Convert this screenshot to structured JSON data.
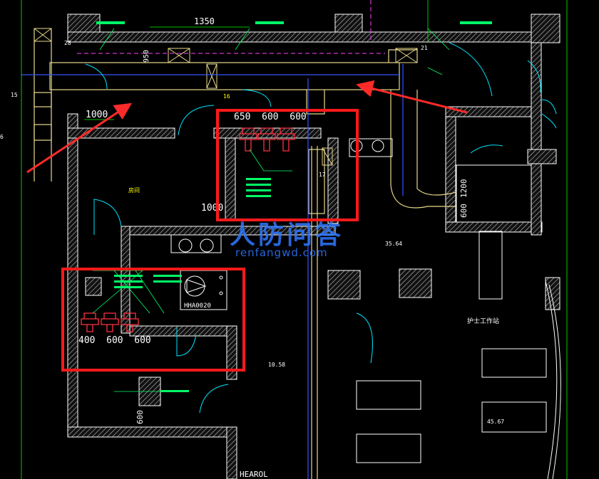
{
  "colors": {
    "background": "#000000",
    "wall": "#ffffff",
    "hatch": "#bdbdbd",
    "duct": "#e8d88a",
    "dimension": "#00ff00",
    "pipe_blue": "#3355ff",
    "cyan": "#00e5ff",
    "label_yellow": "#ffff00",
    "label_green": "#00ff66",
    "equipment_red": "#ff3040",
    "magenta": "#ff40ff",
    "highlight_box": "#ff1a1a",
    "arrow": "#ff2a2a",
    "watermark": "#2f78ff"
  },
  "dimensions": {
    "top_span": "1350",
    "vertical_950": "950",
    "left_1000": "1000",
    "mid_1000": "1000",
    "room_top_row": "650  600  600",
    "room_bottom_row": "400  600  600",
    "right_1200": "1200",
    "right_600": "600",
    "bottom_600": "600"
  },
  "labels": {
    "equipment_code": "HHA0020",
    "bottom_text": "HEAROL",
    "label_16": "16",
    "label_17": "17",
    "label_21": "21",
    "label_15": "15",
    "label_28": "28",
    "label_6": "6",
    "room_3554": "35.64",
    "room_4567": "45.67",
    "room_1058": "10.58",
    "rooms_label": "房间",
    "station": "护士工作站"
  },
  "watermark": {
    "title": "人防问答",
    "url": "renfangwd.com"
  }
}
